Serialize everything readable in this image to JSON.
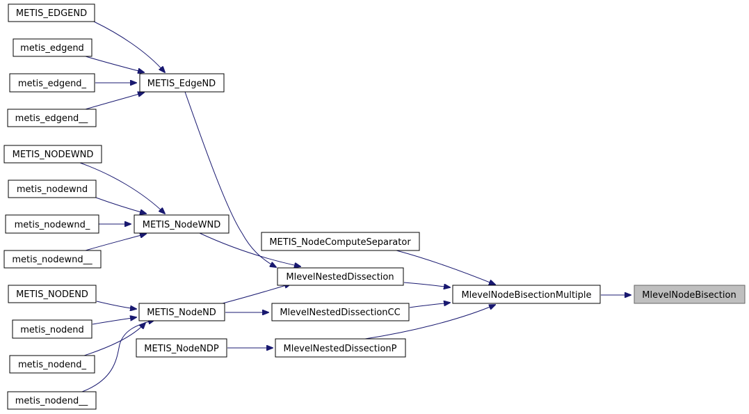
{
  "diagram": {
    "edge_color": "#191970",
    "root_fill": "#bfbfbf",
    "nodes": {
      "METIS_EDGEND": "METIS_EDGEND",
      "metis_edgend": "metis_edgend",
      "metis_edgend_": "metis_edgend_",
      "metis_edgend__": "metis_edgend__",
      "METIS_EdgeND": "METIS_EdgeND",
      "METIS_NODEWND": "METIS_NODEWND",
      "metis_nodewnd": "metis_nodewnd",
      "metis_nodewnd_": "metis_nodewnd_",
      "metis_nodewnd__": "metis_nodewnd__",
      "METIS_NodeWND": "METIS_NodeWND",
      "METIS_NodeComputeSeparator": "METIS_NodeComputeSeparator",
      "MlevelNestedDissection": "MlevelNestedDissection",
      "METIS_NODEND": "METIS_NODEND",
      "metis_nodend": "metis_nodend",
      "metis_nodend_": "metis_nodend_",
      "metis_nodend__": "metis_nodend__",
      "METIS_NodeND": "METIS_NodeND",
      "MlevelNestedDissectionCC": "MlevelNestedDissectionCC",
      "METIS_NodeNDP": "METIS_NodeNDP",
      "MlevelNestedDissectionP": "MlevelNestedDissectionP",
      "MlevelNodeBisectionMultiple": "MlevelNodeBisectionMultiple",
      "MlevelNodeBisection": "MlevelNodeBisection"
    },
    "edges": [
      {
        "from": "METIS_EDGEND",
        "to": "METIS_EdgeND"
      },
      {
        "from": "metis_edgend",
        "to": "METIS_EdgeND"
      },
      {
        "from": "metis_edgend_",
        "to": "METIS_EdgeND"
      },
      {
        "from": "metis_edgend__",
        "to": "METIS_EdgeND"
      },
      {
        "from": "METIS_NODEWND",
        "to": "METIS_NodeWND"
      },
      {
        "from": "metis_nodewnd",
        "to": "METIS_NodeWND"
      },
      {
        "from": "metis_nodewnd_",
        "to": "METIS_NodeWND"
      },
      {
        "from": "metis_nodewnd__",
        "to": "METIS_NodeWND"
      },
      {
        "from": "METIS_NODEND",
        "to": "METIS_NodeND"
      },
      {
        "from": "metis_nodend",
        "to": "METIS_NodeND"
      },
      {
        "from": "metis_nodend_",
        "to": "METIS_NodeND"
      },
      {
        "from": "metis_nodend__",
        "to": "METIS_NodeND"
      },
      {
        "from": "METIS_EdgeND",
        "to": "MlevelNestedDissection"
      },
      {
        "from": "METIS_NodeWND",
        "to": "MlevelNestedDissection"
      },
      {
        "from": "METIS_NodeND",
        "to": "MlevelNestedDissection"
      },
      {
        "from": "METIS_NodeND",
        "to": "MlevelNestedDissectionCC"
      },
      {
        "from": "METIS_NodeNDP",
        "to": "MlevelNestedDissectionP"
      },
      {
        "from": "METIS_NodeComputeSeparator",
        "to": "MlevelNodeBisectionMultiple"
      },
      {
        "from": "MlevelNestedDissection",
        "to": "MlevelNodeBisectionMultiple"
      },
      {
        "from": "MlevelNestedDissectionCC",
        "to": "MlevelNodeBisectionMultiple"
      },
      {
        "from": "MlevelNestedDissectionP",
        "to": "MlevelNodeBisectionMultiple"
      },
      {
        "from": "MlevelNodeBisectionMultiple",
        "to": "MlevelNodeBisection"
      }
    ]
  }
}
